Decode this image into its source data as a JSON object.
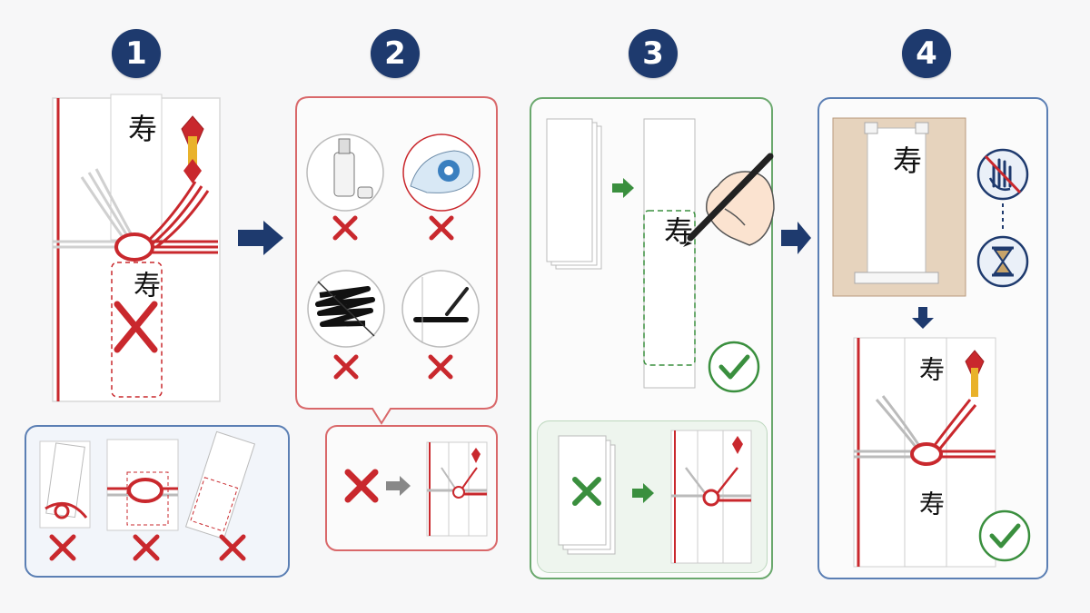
{
  "steps": [
    {
      "number": "1"
    },
    {
      "number": "2"
    },
    {
      "number": "3"
    },
    {
      "number": "4"
    }
  ],
  "strip_text": "寿",
  "colors": {
    "navy": "#1e3a6e",
    "red": "#c9282d",
    "green": "#3a8f3e",
    "blue_border": "#5b7fb4",
    "red_border": "#d9686a",
    "green_border": "#6aa86d",
    "board": "#e6d3bd",
    "panel_bg": "#fafafa"
  },
  "icons": [
    "correction-fluid-icon",
    "correction-tape-icon",
    "scribble-over-icon",
    "redraw-line-icon",
    "no-touch-icon",
    "hourglass-icon",
    "checkmark-icon",
    "cross-icon",
    "arrow-icon",
    "pen-hand-icon"
  ]
}
